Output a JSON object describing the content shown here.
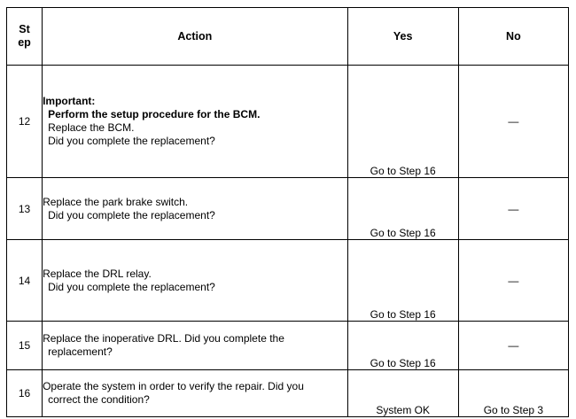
{
  "table": {
    "headers": {
      "step_line1": "St",
      "step_line2": "ep",
      "action": "Action",
      "yes": "Yes",
      "no": "No"
    },
    "rows": [
      {
        "step": "12",
        "action_lines": [
          "Important:",
          "Perform the setup procedure for the BCM.",
          "Replace the BCM.",
          "Did you complete the replacement?"
        ],
        "yes": "Go to Step 16",
        "no": "—"
      },
      {
        "step": "13",
        "action_lines": [
          "Replace the park brake switch.",
          "Did you complete the replacement?"
        ],
        "yes": "Go to Step 16",
        "no": "—"
      },
      {
        "step": "14",
        "action_lines": [
          "Replace the DRL relay.",
          "Did you complete the replacement?"
        ],
        "yes": "Go to Step 16",
        "no": "—"
      },
      {
        "step": "15",
        "action_lines": [
          "Replace the inoperative DRL. Did you complete the",
          "replacement?"
        ],
        "yes": "Go to Step 16",
        "no": "—"
      },
      {
        "step": "16",
        "action_lines": [
          "Operate the system in order to verify the repair. Did you",
          "correct the condition?"
        ],
        "yes": "System OK",
        "no": "Go to Step 3"
      }
    ]
  },
  "colors": {
    "border": "#000000",
    "text": "#000000",
    "background": "#ffffff"
  }
}
